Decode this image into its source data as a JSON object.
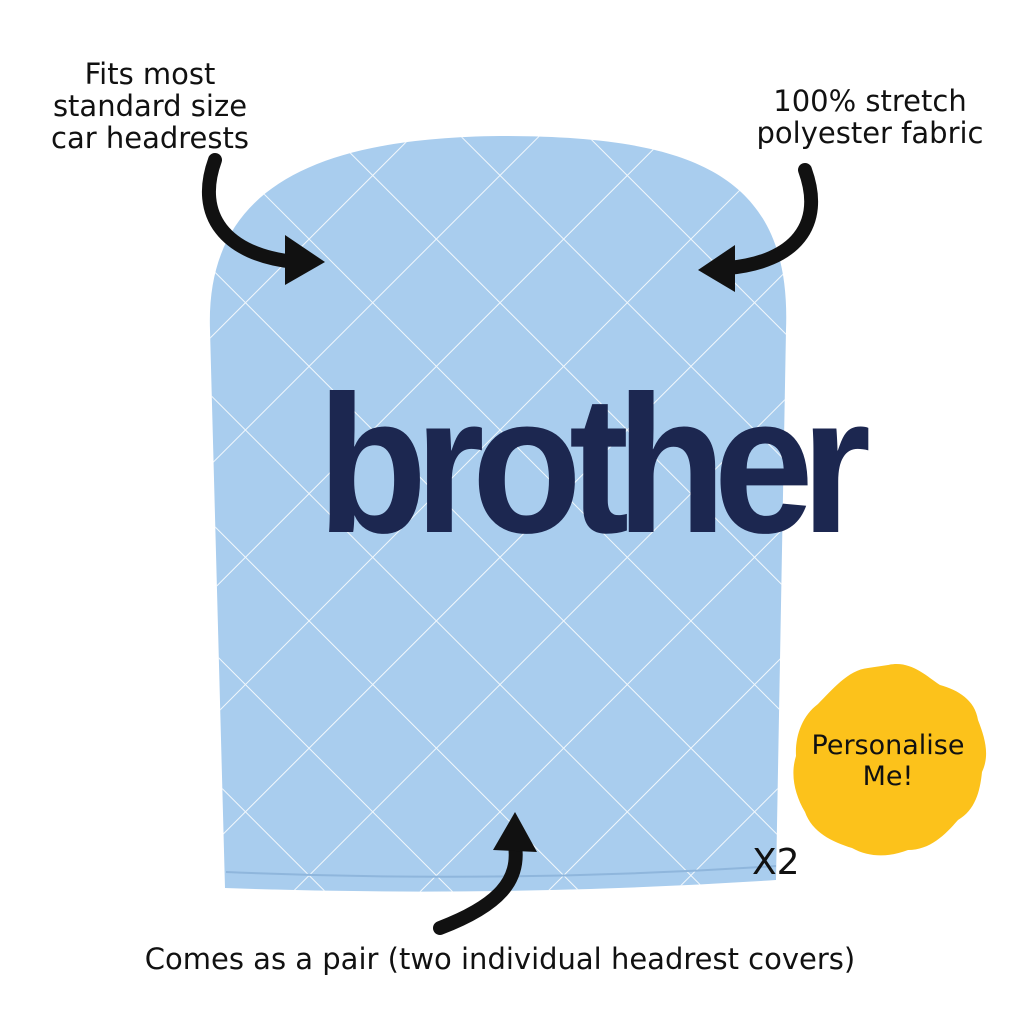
{
  "callouts": {
    "fit": [
      "Fits most",
      "standard size",
      "car headrests"
    ],
    "fabric": [
      "100% stretch",
      "polyester fabric"
    ],
    "pair": "Comes as a pair (two individual headrest covers)"
  },
  "product": {
    "brand": "brother",
    "quantity": "X2"
  },
  "badge": {
    "line1": "Personalise",
    "line2": "Me!"
  },
  "colors": {
    "fabric": "#a9cdee",
    "brand": "#1c2750",
    "badge": "#fcc21b",
    "arrows": "#111111"
  }
}
